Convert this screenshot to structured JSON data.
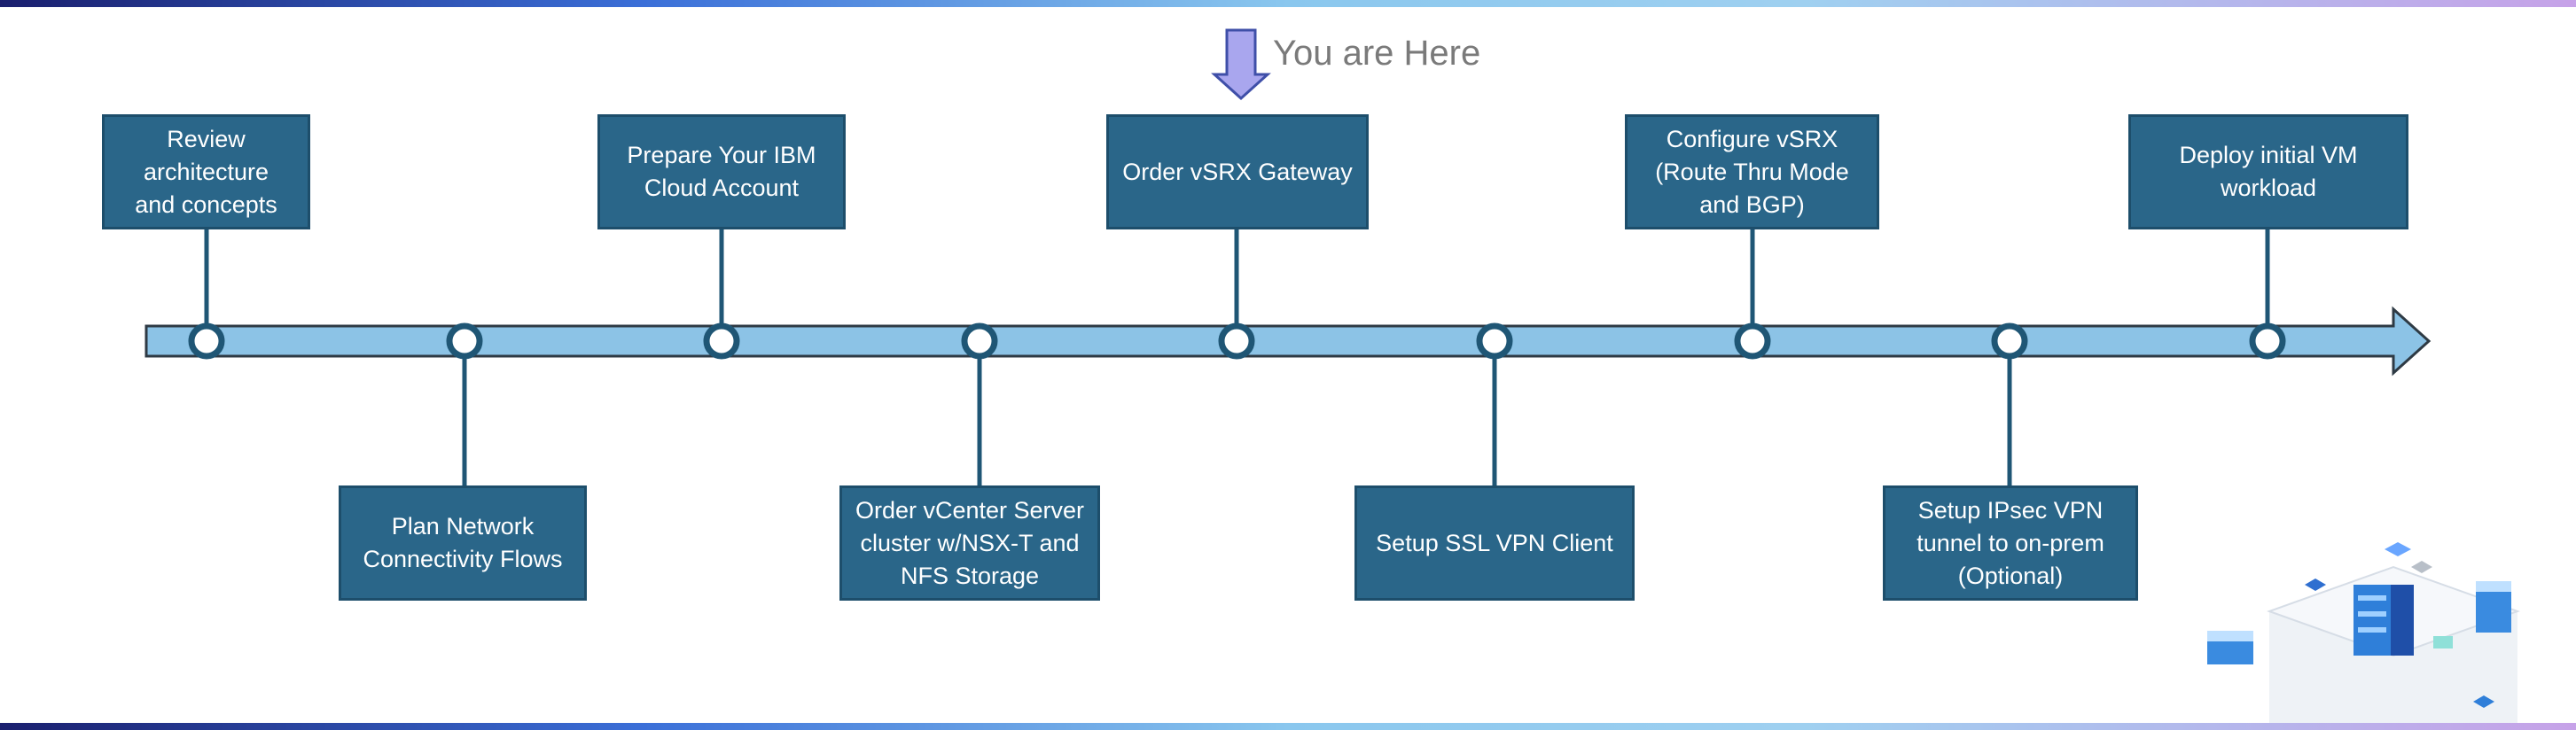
{
  "marker": {
    "label": "You are Here",
    "icon": "down-arrow-icon",
    "step_index": 4
  },
  "steps": [
    {
      "label": "Review\narchitecture\nand concepts",
      "position": "above"
    },
    {
      "label": "Plan Network\nConnectivity Flows",
      "position": "below"
    },
    {
      "label": "Prepare Your IBM\nCloud Account",
      "position": "above"
    },
    {
      "label": "Order vCenter Server\ncluster w/NSX-T and\nNFS Storage",
      "position": "below"
    },
    {
      "label": "Order vSRX Gateway",
      "position": "above"
    },
    {
      "label": "Setup SSL VPN Client",
      "position": "below"
    },
    {
      "label": "Configure vSRX\n(Route Thru Mode\nand BGP)",
      "position": "above"
    },
    {
      "label": "Setup IPsec VPN\ntunnel to on-prem\n(Optional)",
      "position": "below"
    },
    {
      "label": "Deploy initial VM\nworkload",
      "position": "above"
    }
  ],
  "colors": {
    "box_fill": "#2a6689",
    "box_border": "#1d4e6b",
    "timeline_fill": "#8cc3e6",
    "timeline_stroke": "#2e3a44",
    "connector": "#1f5675",
    "marker_fill": "#a9a6ee",
    "marker_stroke": "#3f4fa8",
    "label_color": "#7a7a7a"
  },
  "decoration": {
    "icon": "server-cluster-illustration-icon"
  }
}
